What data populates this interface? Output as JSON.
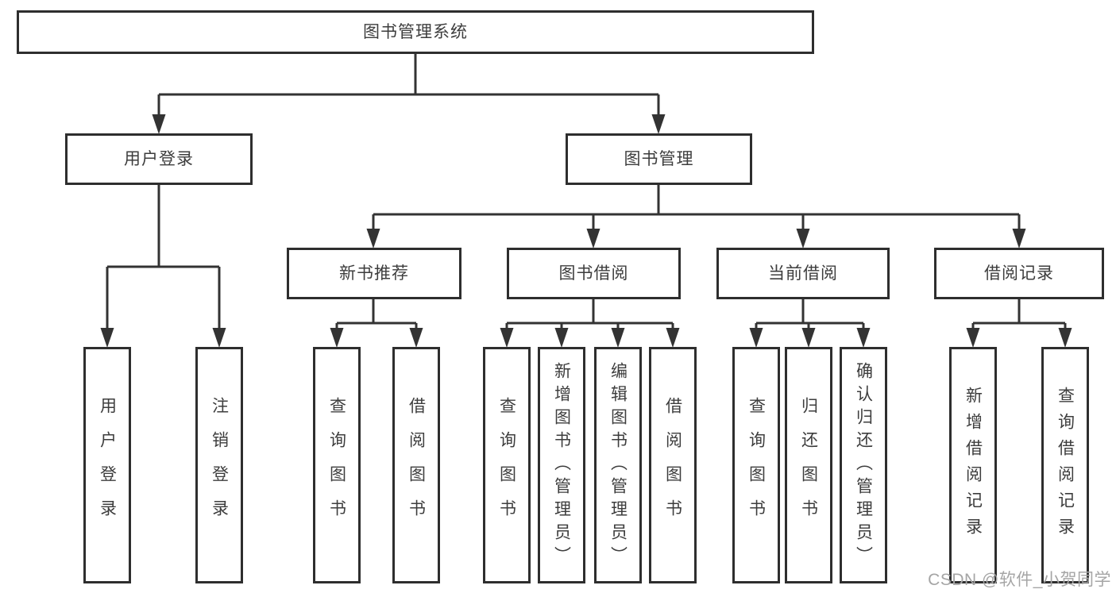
{
  "nodes": {
    "root": {
      "label": "图书管理系统"
    },
    "level2": {
      "user_login": {
        "label": "用户登录"
      },
      "book_management": {
        "label": "图书管理"
      }
    },
    "level3": {
      "new_book_recommend": {
        "label": "新书推荐"
      },
      "book_borrowing": {
        "label": "图书借阅"
      },
      "current_borrowing": {
        "label": "当前借阅"
      },
      "borrowing_records": {
        "label": "借阅记录"
      }
    },
    "leaves": [
      {
        "id": "user-login",
        "label": "用户登录"
      },
      {
        "id": "logout",
        "label": "注销登录"
      },
      {
        "id": "query-books-recommend",
        "label": "查询图书"
      },
      {
        "id": "borrow-books-recommend",
        "label": "借阅图书"
      },
      {
        "id": "query-books-borrowing",
        "label": "查询图书"
      },
      {
        "id": "add-books-admin",
        "label": "新增图书（管理员）"
      },
      {
        "id": "edit-books-admin",
        "label": "编辑图书（管理员）"
      },
      {
        "id": "borrow-books-borrowing",
        "label": "借阅图书"
      },
      {
        "id": "query-books-current",
        "label": "查询图书"
      },
      {
        "id": "return-books",
        "label": "归还图书"
      },
      {
        "id": "confirm-return-admin",
        "label": "确认归还（管理员）"
      },
      {
        "id": "add-borrow-record",
        "label": "新增借阅记录"
      },
      {
        "id": "query-borrow-record",
        "label": "查询借阅记录"
      }
    ]
  },
  "watermark": "CSDN @软件_小贺同学",
  "colors": {
    "line": "#333333",
    "box_border": "#2e2e2e",
    "text": "#3d3d3d",
    "watermark": "#a5a5a5",
    "background": "#ffffff"
  }
}
